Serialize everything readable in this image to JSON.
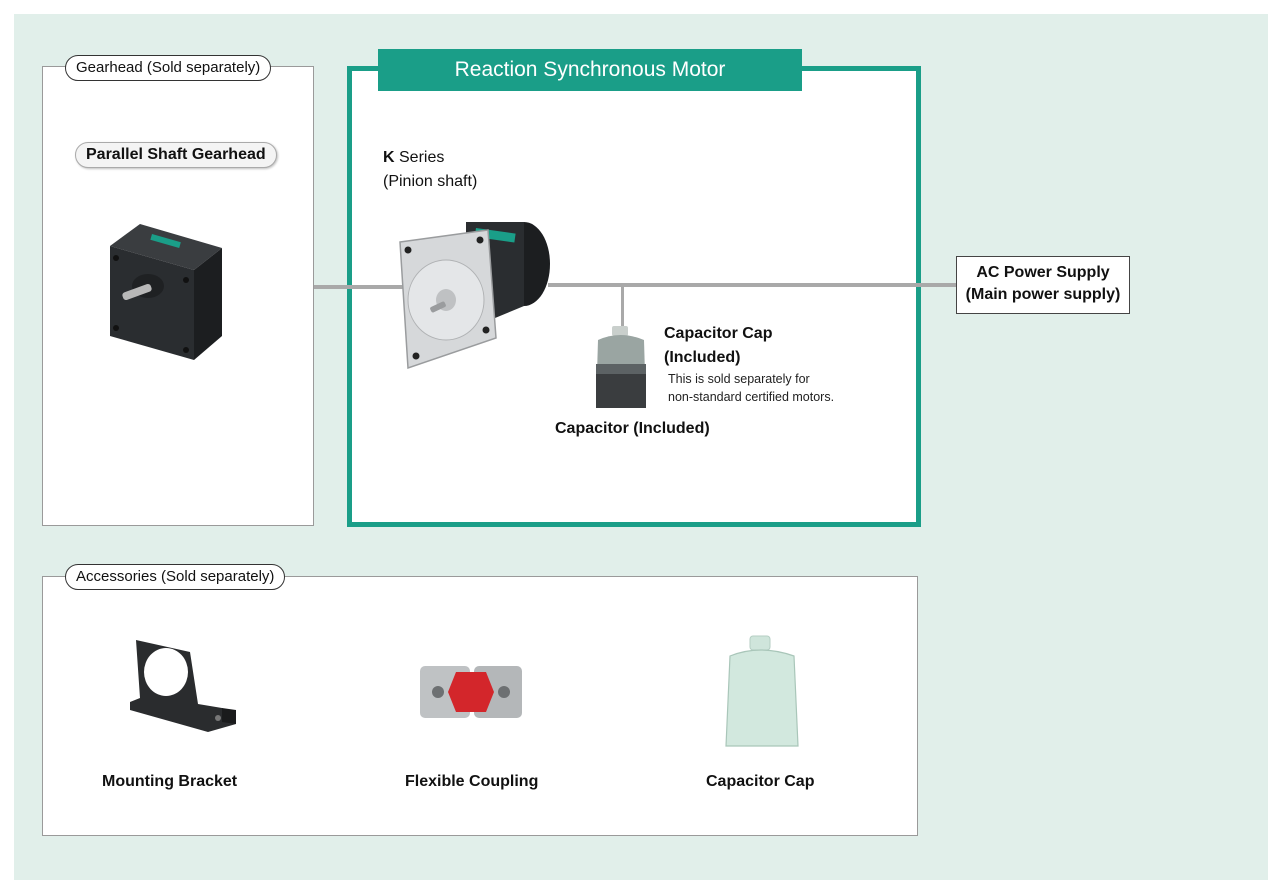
{
  "gearhead": {
    "section_label": "Gearhead (Sold separately)",
    "product_label": "Parallel Shaft Gearhead"
  },
  "motor": {
    "title": "Reaction Synchronous Motor",
    "series_prefix": "K",
    "series_suffix": " Series",
    "series_shaft": "(Pinion shaft)",
    "cap_title": "Capacitor Cap",
    "cap_included": "(Included)",
    "cap_note_line1": "This is sold separately for",
    "cap_note_line2": "non-standard certified motors.",
    "capacitor_label": "Capacitor (Included)"
  },
  "power": {
    "line1": "AC Power Supply",
    "line2": "(Main power supply)"
  },
  "accessories": {
    "section_label": "Accessories (Sold separately)",
    "items": [
      "Mounting Bracket",
      "Flexible Coupling",
      "Capacitor Cap"
    ]
  },
  "colors": {
    "accent": "#1a9e88",
    "background": "#e1efea",
    "wire": "#a9a9a9"
  }
}
